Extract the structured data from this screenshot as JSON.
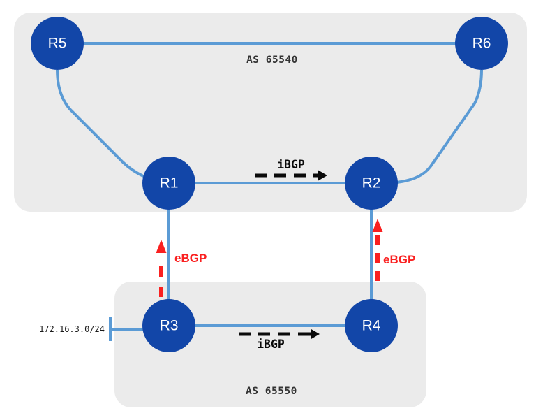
{
  "colors": {
    "canvas": "#ffffff",
    "as_box": "#ebebeb",
    "router_fill": "#1246a8",
    "router_text": "#ffffff",
    "link": "#5b9bd5",
    "ibgp": "#0a0a0a",
    "ebgp": "#fa2020",
    "as_label": "#333333",
    "prefix_label": "#1a1a1a"
  },
  "as_groups": [
    {
      "label": "AS 65540",
      "members": [
        "R5",
        "R6",
        "R1",
        "R2"
      ]
    },
    {
      "label": "AS 65550",
      "members": [
        "R3",
        "R4"
      ]
    }
  ],
  "routers": [
    {
      "label": "R5"
    },
    {
      "label": "R6"
    },
    {
      "label": "R1"
    },
    {
      "label": "R2"
    },
    {
      "label": "R3"
    },
    {
      "label": "R4"
    }
  ],
  "links": [
    {
      "from": "R5",
      "to": "R6"
    },
    {
      "from": "R5",
      "to": "R1"
    },
    {
      "from": "R6",
      "to": "R2"
    },
    {
      "from": "R1",
      "to": "R2",
      "session": "iBGP"
    },
    {
      "from": "R3",
      "to": "R1",
      "session": "eBGP"
    },
    {
      "from": "R4",
      "to": "R2",
      "session": "eBGP"
    },
    {
      "from": "R3",
      "to": "R4",
      "session": "iBGP"
    },
    {
      "from": "R3",
      "to": "172.16.3.0/24"
    }
  ],
  "annotations": {
    "ibgp_top": "iBGP",
    "ibgp_bottom": "iBGP",
    "ebgp_left": "eBGP",
    "ebgp_right": "eBGP",
    "prefix": "172.16.3.0/24"
  }
}
